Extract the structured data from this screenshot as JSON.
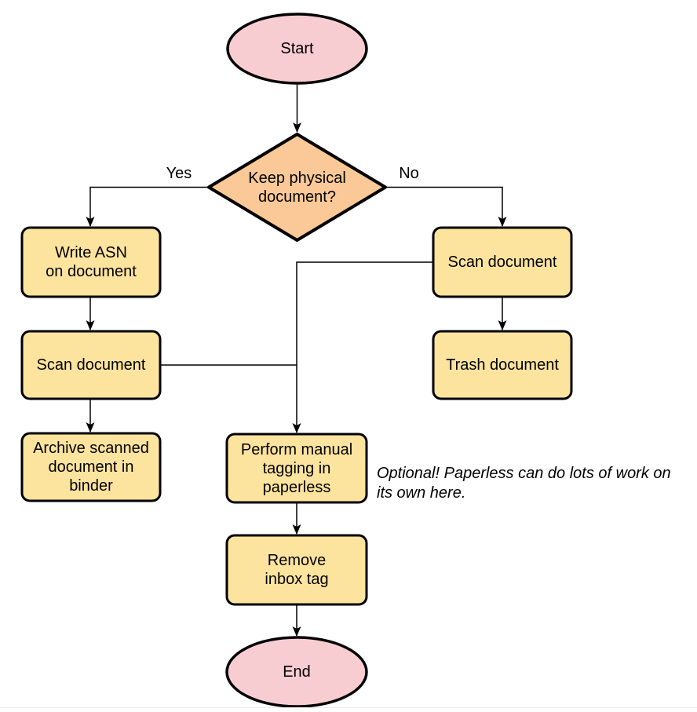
{
  "diagram": {
    "type": "flowchart",
    "background": "#ffffff",
    "colors": {
      "terminator_fill": "#f8cdd1",
      "decision_fill": "#fbc997",
      "process_fill": "#fde49e",
      "stroke": "#000000",
      "edge": "#000000",
      "bottom_divider": "#eceef2"
    },
    "nodes": {
      "start": {
        "shape": "ellipse",
        "label": "Start"
      },
      "decision": {
        "shape": "diamond",
        "label": "Keep physical\ndocument?"
      },
      "write_asn": {
        "shape": "rect",
        "label": "Write ASN\non document"
      },
      "scan_left": {
        "shape": "rect",
        "label": "Scan document"
      },
      "archive": {
        "shape": "rect",
        "label": "Archive scanned\ndocument in\nbinder"
      },
      "scan_right": {
        "shape": "rect",
        "label": "Scan document"
      },
      "trash": {
        "shape": "rect",
        "label": "Trash document"
      },
      "perform_tagging": {
        "shape": "rect",
        "label": "Perform manual\ntagging in\npaperless"
      },
      "remove_inbox": {
        "shape": "rect",
        "label": "Remove\ninbox tag"
      },
      "end": {
        "shape": "ellipse",
        "label": "End"
      }
    },
    "edge_labels": {
      "yes": "Yes",
      "no": "No"
    },
    "note": "Optional! Paperless can do lots of work on\nits own here."
  }
}
